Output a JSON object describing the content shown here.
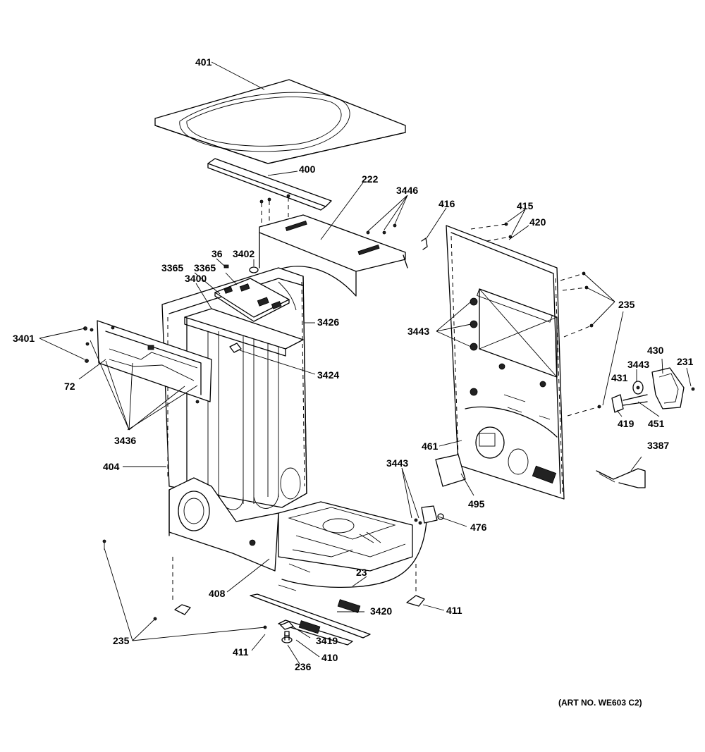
{
  "callouts": {
    "c401": "401",
    "c400": "400",
    "c222": "222",
    "c3446": "3446",
    "c416": "416",
    "c415": "415",
    "c420": "420",
    "c36": "36",
    "c3402": "3402",
    "c3365a": "3365",
    "c3365b": "3365",
    "c3400": "3400",
    "c3426": "3426",
    "c3401": "3401",
    "c3424": "3424",
    "c3443a": "3443",
    "c235a": "235",
    "c430": "430",
    "c3443b": "3443",
    "c231": "231",
    "c431": "431",
    "c72": "72",
    "c419": "419",
    "c451": "451",
    "c3436": "3436",
    "c461": "461",
    "c3387": "3387",
    "c404": "404",
    "c3443c": "3443",
    "c495": "495",
    "c476": "476",
    "c23": "23",
    "c408": "408",
    "c3420": "3420",
    "c411a": "411",
    "c235b": "235",
    "c3419": "3419",
    "c411b": "411",
    "c410": "410",
    "c236": "236"
  },
  "art_number": "(ART NO. WE603 C2)"
}
